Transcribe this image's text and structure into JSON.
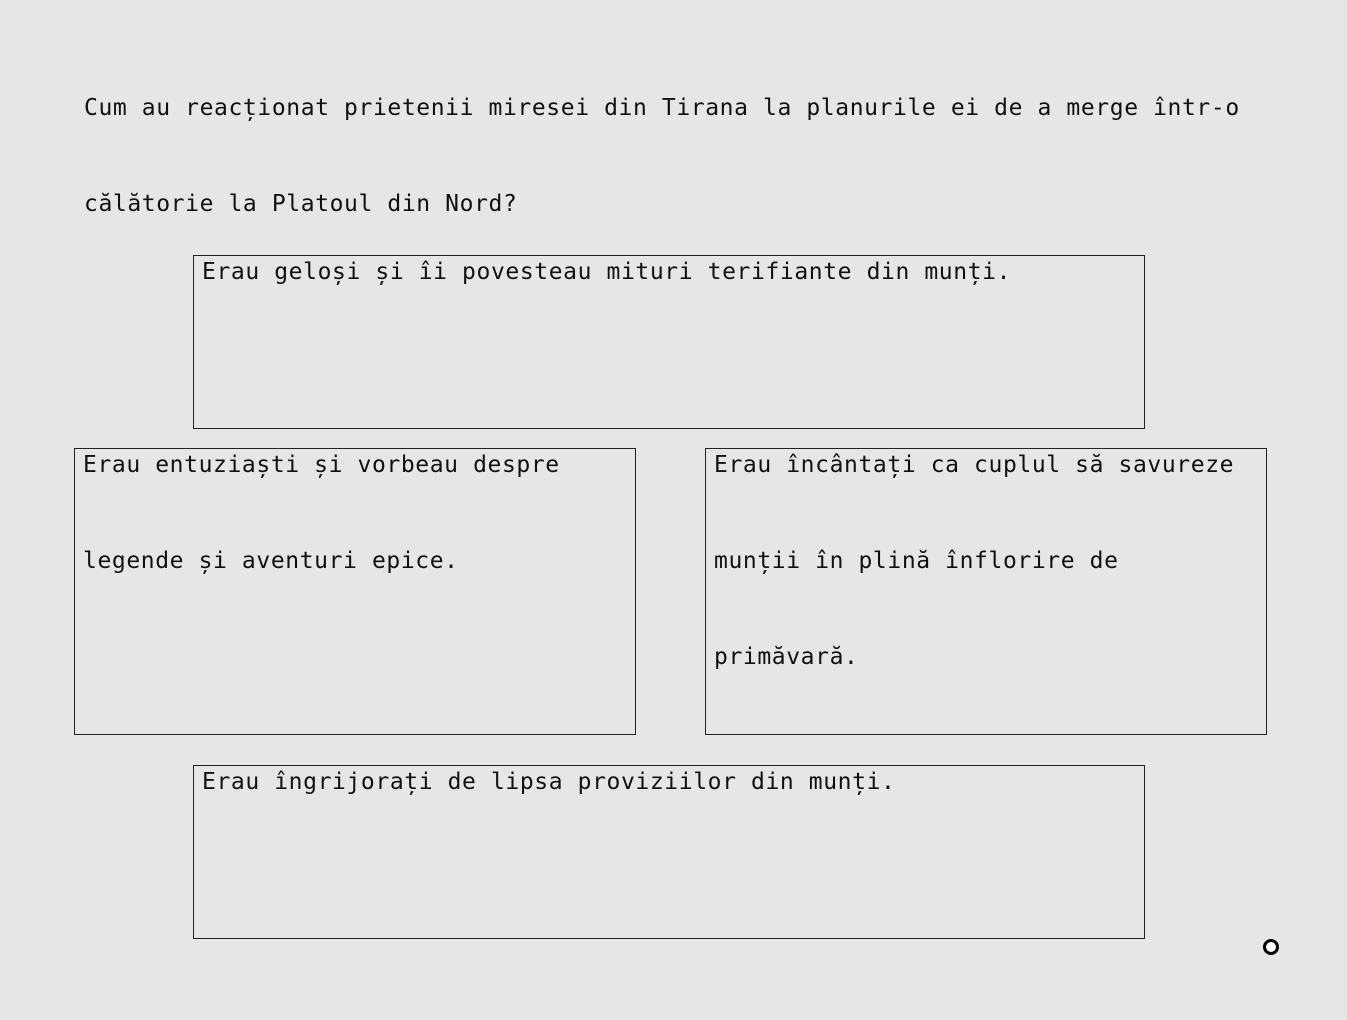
{
  "question": "Cum au reacționat prietenii miresei din Tirana la planurile ei de a merge într-o călătorie la Platoul din Nord?",
  "answers": [
    {
      "text": "Erau geloși și îi povesteau mituri terifiante din munți."
    },
    {
      "text": "Erau entuziaști și vorbeau despre legende și aventuri epice."
    },
    {
      "text": "Erau încântați ca cuplul să savureze munții în plină înflorire de primăvară."
    },
    {
      "text": "Erau îngrijorați de lipsa proviziilor din munți."
    }
  ]
}
